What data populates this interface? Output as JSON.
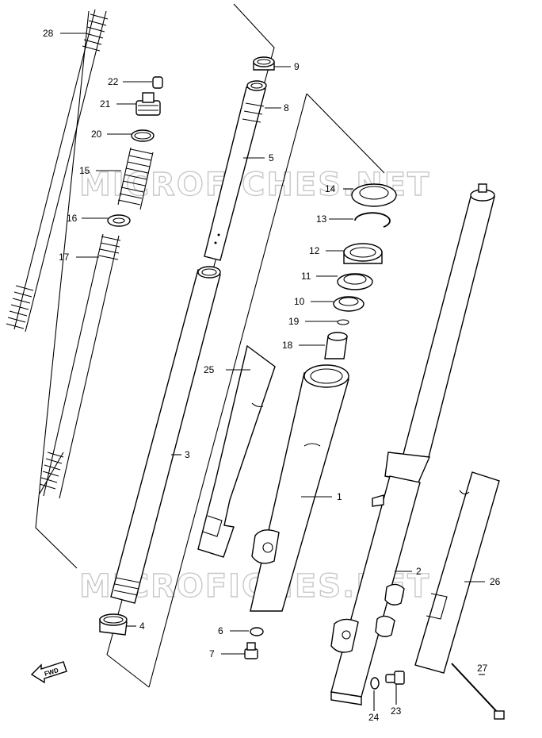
{
  "watermark": "MICROFICHES.NET",
  "fwd_badge": "FWD",
  "callouts": [
    {
      "id": "c1",
      "text": "1"
    },
    {
      "id": "c2",
      "text": "2"
    },
    {
      "id": "c3",
      "text": "3"
    },
    {
      "id": "c4",
      "text": "4"
    },
    {
      "id": "c5",
      "text": "5"
    },
    {
      "id": "c6",
      "text": "6"
    },
    {
      "id": "c7",
      "text": "7"
    },
    {
      "id": "c8",
      "text": "8"
    },
    {
      "id": "c9",
      "text": "9"
    },
    {
      "id": "c10",
      "text": "10"
    },
    {
      "id": "c11",
      "text": "11"
    },
    {
      "id": "c12",
      "text": "12"
    },
    {
      "id": "c13",
      "text": "13"
    },
    {
      "id": "c14",
      "text": "14"
    },
    {
      "id": "c15",
      "text": "15"
    },
    {
      "id": "c16",
      "text": "16"
    },
    {
      "id": "c17",
      "text": "17"
    },
    {
      "id": "c18",
      "text": "18"
    },
    {
      "id": "c19",
      "text": "19"
    },
    {
      "id": "c20",
      "text": "20"
    },
    {
      "id": "c21",
      "text": "21"
    },
    {
      "id": "c22",
      "text": "22"
    },
    {
      "id": "c23",
      "text": "23"
    },
    {
      "id": "c24",
      "text": "24"
    },
    {
      "id": "c25",
      "text": "25"
    },
    {
      "id": "c26",
      "text": "26"
    },
    {
      "id": "c27",
      "text": "27"
    },
    {
      "id": "c28",
      "text": "28"
    }
  ]
}
